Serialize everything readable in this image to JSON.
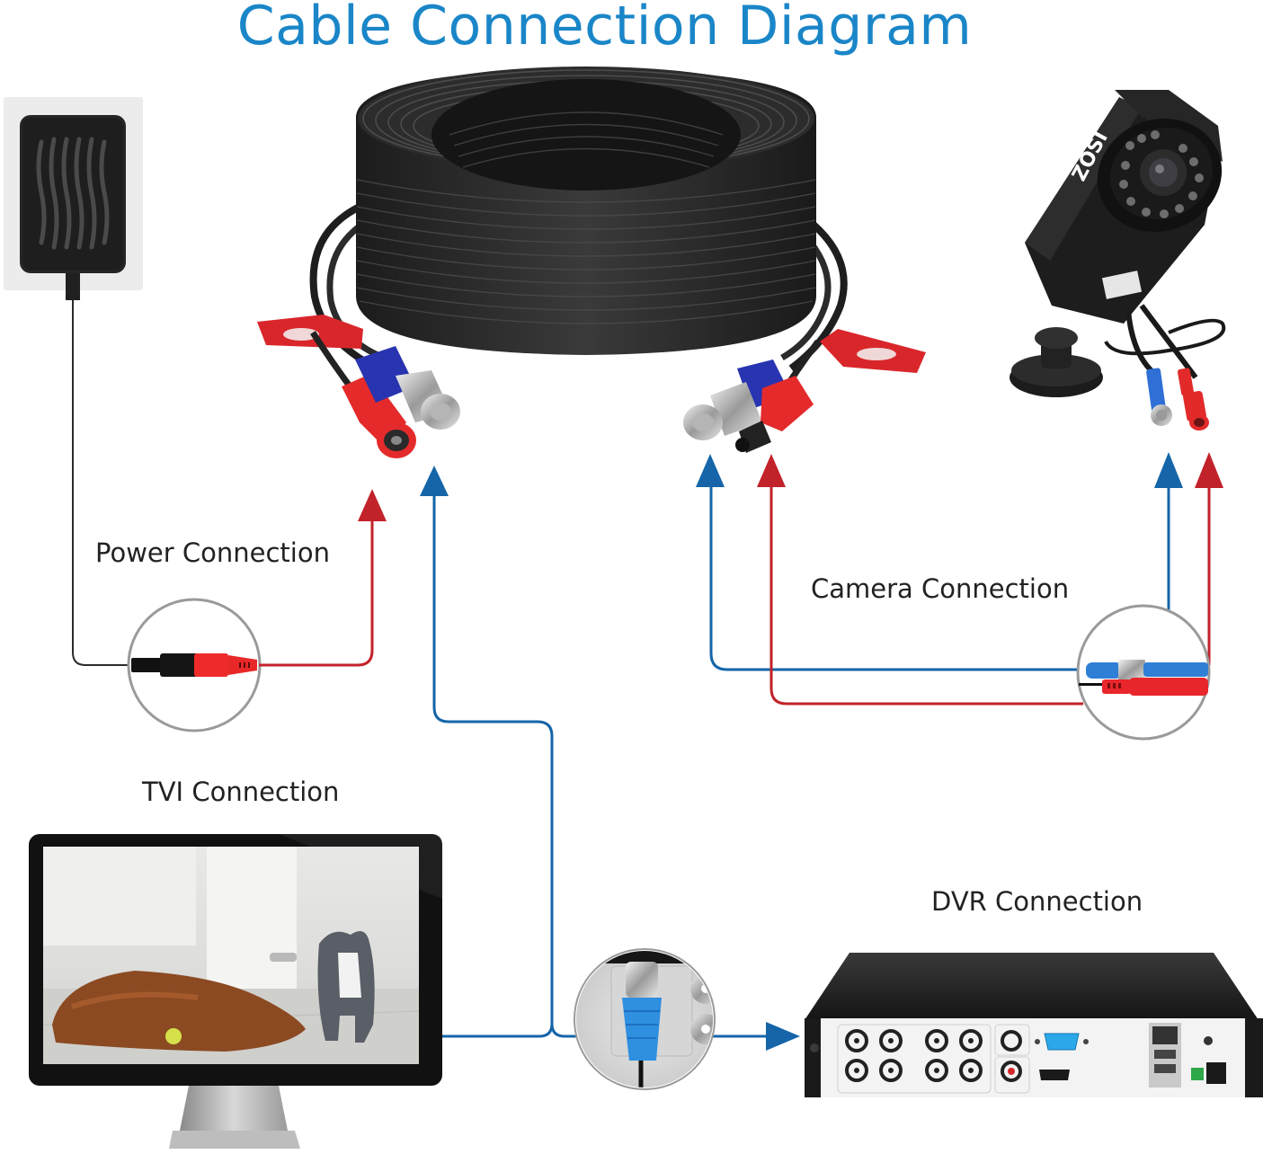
{
  "title": "Cable Connection Diagram",
  "labels": {
    "power": "Power Connection",
    "camera": "Camera Connection",
    "tvi": "TVI Connection",
    "dvr": "DVR Connection"
  },
  "camera": {
    "brand": "ZOSI"
  },
  "colors": {
    "title": "#1a86c8",
    "video_line": "#1565a8",
    "power_line": "#c2222a",
    "adapter_line": "#2a2a2a",
    "label_text": "#222222"
  },
  "components": [
    {
      "id": "power-adapter",
      "name": "Power Adapter"
    },
    {
      "id": "bnc-cable-coil",
      "name": "BNC Video/Power Cable"
    },
    {
      "id": "security-camera",
      "name": "Bullet Camera"
    },
    {
      "id": "monitor",
      "name": "Monitor"
    },
    {
      "id": "dvr",
      "name": "DVR"
    }
  ],
  "connections": [
    {
      "from": "power-adapter",
      "to": "cable-dc-female",
      "type": "power"
    },
    {
      "from": "cable-bnc-left",
      "to": "dvr-video-in",
      "type": "video"
    },
    {
      "from": "cable-bnc-right",
      "to": "camera-bnc",
      "type": "video"
    },
    {
      "from": "cable-dc-male",
      "to": "camera-dc",
      "type": "power"
    },
    {
      "from": "monitor",
      "to": "dvr",
      "type": "video"
    }
  ]
}
